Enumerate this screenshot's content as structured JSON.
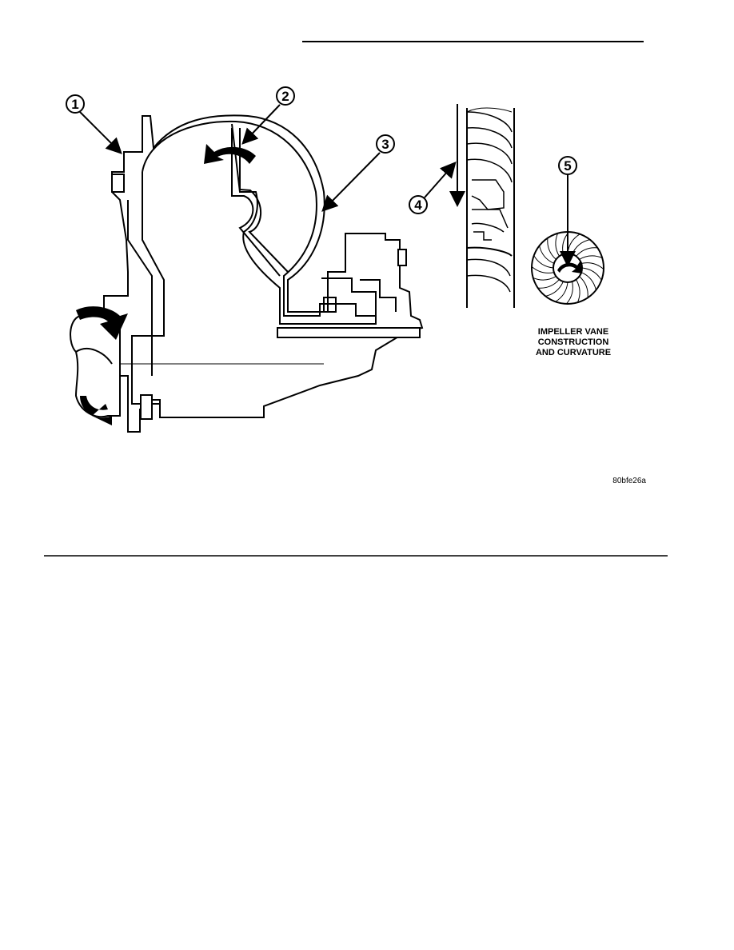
{
  "figure": {
    "callouts": [
      {
        "id": "callout-1",
        "number": "1"
      },
      {
        "id": "callout-2",
        "number": "2"
      },
      {
        "id": "callout-3",
        "number": "3"
      },
      {
        "id": "callout-4",
        "number": "4"
      },
      {
        "id": "callout-5",
        "number": "5"
      }
    ],
    "caption": {
      "line1": "IMPELLER VANE",
      "line2": "CONSTRUCTION",
      "line3": "AND CURVATURE"
    },
    "figure_id": "80bfe26a"
  }
}
